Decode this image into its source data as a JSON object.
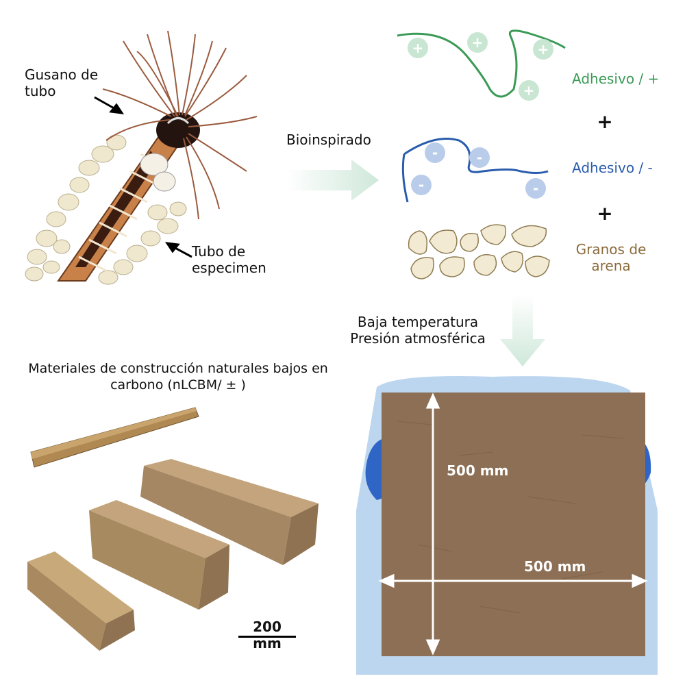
{
  "labels": {
    "tube_worm": "Gusano de tubo",
    "specimen_tube": "Tubo de especimen",
    "bioinspired": "Bioinspirado",
    "adhesive_pos": "Adhesivo / +",
    "plus_1": "+",
    "adhesive_neg": "Adhesivo / -",
    "plus_2": "+",
    "sand_grains": "Granos de arena",
    "conditions_line1": "Baja temperatura",
    "conditions_line2": "Presión atmosférica",
    "materials_title": "Materiales de construcción naturales bajos en carbono (nLCBM/ ± )",
    "scale_bar": "200 mm",
    "dim_vertical": "500 mm",
    "dim_horizontal": "500 mm"
  },
  "charges": {
    "positive": "+",
    "negative": "-"
  },
  "colors": {
    "positive": "#3a9a56",
    "negative": "#2a5cad",
    "sand": "#8b6a3a",
    "arrow": "#d6ede1",
    "panel": "#8c6f54"
  }
}
